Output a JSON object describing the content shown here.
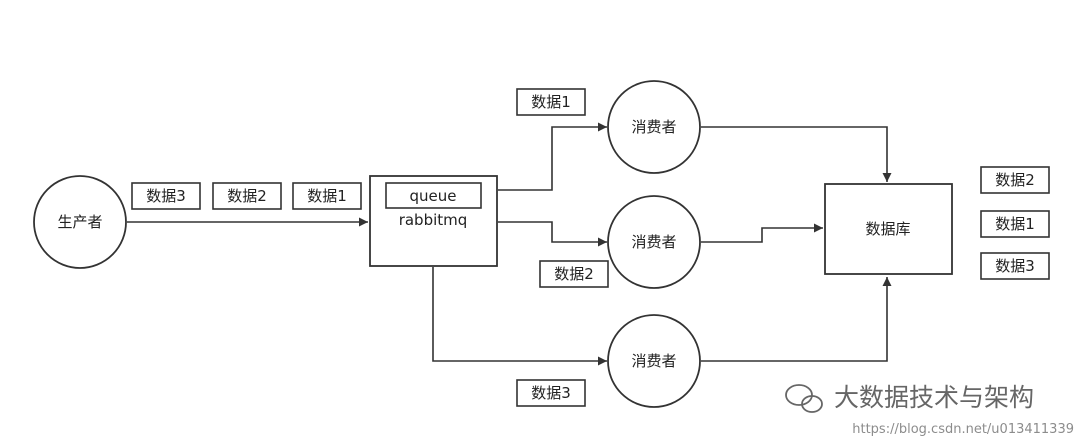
{
  "producer": {
    "label": "生产者"
  },
  "broker": {
    "queue_label": "queue",
    "name": "rabbitmq"
  },
  "consumers": [
    {
      "label": "消费者"
    },
    {
      "label": "消费者"
    },
    {
      "label": "消费者"
    }
  ],
  "database": {
    "label": "数据库"
  },
  "producer_data": [
    "数据3",
    "数据2",
    "数据1"
  ],
  "consumer_data": [
    "数据1",
    "数据2",
    "数据3"
  ],
  "db_data": [
    "数据2",
    "数据1",
    "数据3"
  ],
  "watermark": {
    "brand": "大数据技术与架构",
    "url": "https://blog.csdn.net/u013411339"
  },
  "colors": {
    "stroke": "#333333",
    "text": "#222222",
    "watermark": "#666666"
  }
}
